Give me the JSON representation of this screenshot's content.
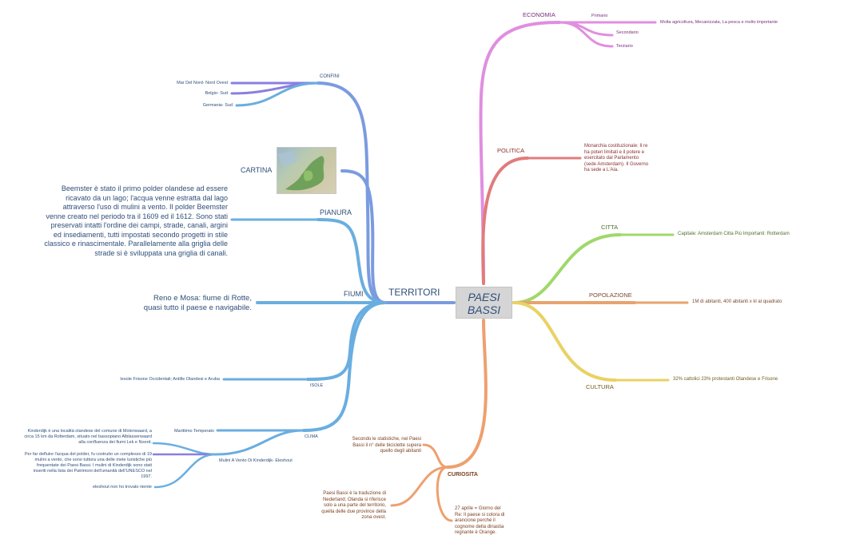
{
  "root": {
    "line1": "PAESI",
    "line2": "BASSI"
  },
  "colors": {
    "territori": "#7b9be0",
    "territori_light": "#6aaee0",
    "confini": "#8a7ee0",
    "economia": "#e08ee0",
    "politica": "#e07c7c",
    "citta": "#a0d86a",
    "popolazione": "#e7a36e",
    "cultura": "#e8d263",
    "curiosita": "#eea06e"
  },
  "territori": {
    "label": "TERRITORI",
    "confini": {
      "label": "CONFINI",
      "items": [
        "Mar Del Nord- Nord Ovest",
        "Belgio- Sud",
        "Germania- Sud"
      ]
    },
    "cartina": {
      "label": "CARTINA",
      "image_icon": "netherlands-map-image"
    },
    "pianura": {
      "label": "PIANURA",
      "text_lines": [
        "Beemster è stato il primo polder olandese ad essere",
        "ricavato da un lago; l'acqua venne estratta dal lago",
        "attraverso l'uso di mulini a vento. Il polder Beemster",
        "venne creato nel periodo tra il 1609 ed il 1612. Sono stati",
        "preservati intatti l'ordine dei campi, strade, canali, argini",
        "ed insediamenti, tutti impostati secondo progetti in stile",
        "classico e rinascimentale. Parallelamente alla griglia delle",
        "strade si è sviluppata una griglia di canali."
      ]
    },
    "fiumi": {
      "label": "FIUMI",
      "text_lines": [
        "Reno e Mosa: fiume di Rotte,",
        "quasi tutto il paese e navigabile."
      ]
    },
    "isole": {
      "label": "ISOLE",
      "text": "Iesole Frisone Occidentali; Antille Olandesi e Aruba"
    },
    "clima": {
      "label": "CLIMA",
      "item": "Marittimo Temperato",
      "mulini": {
        "label": "Mulini A Vento Di Kinderdijk- Eleshout",
        "notes": [
          [
            "Kinderdijk è una località olandese del comune di Molenwaard, a",
            "circa 15 km da Rotterdam, situato nel bassopiano Alblasserwaard",
            "alla confluenza dei fiumi Lek e Noord."
          ],
          [
            "Per far defluire l'acqua del polder, fu costruito un complesso di 19",
            "mulini a vento, che sono tuttora una delle mete turistiche più",
            "frequentate dei Paesi Bassi. I mulini di Kinderdijk sono stati",
            "inseriti nella lista dei Patrimoni dell'umanità dell'UNESCO nel",
            "1997."
          ],
          [
            "eleshout non ho trovato niente"
          ]
        ]
      }
    }
  },
  "economia": {
    "label": "ECONOMIA",
    "primario": "Primario",
    "primario_note": "Molta agricoltura, Mecanizzata, La pesca e molto importante",
    "secondario": "Secondario",
    "terziario": "Terziario"
  },
  "politica": {
    "label": "POLITICA",
    "text_lines": [
      "Monarchia costituzionale: Il re",
      "ha poteri limitati e il potere e",
      "esercitato dal Parlamento",
      "(sede Amsterdam). Il Governo",
      "ha sede a L'Aia."
    ]
  },
  "citta": {
    "label": "CITTA",
    "text": "Capitale: Amsterdam Citta Più Importanti: Rotterdam"
  },
  "popolazione": {
    "label": "POPOLAZIONE",
    "text": "1M di abitanti, 400 abitanti x kl al quadrato"
  },
  "cultura": {
    "label": "CULTURA",
    "text": "32% cattolici 23% protestanti Olandese e Frisone"
  },
  "curiosita": {
    "label": "CURIOSITA",
    "note1": [
      "Secondo le statistiche, nei Paesi",
      "Bassi il n° delle biciclette supera",
      "quello degli abitanti"
    ],
    "note2": [
      "Paesi Bassi è la traduzione di",
      "Nederland; Olanda si riferisce",
      "solo a una parte del territorio,",
      "quella delle due province della",
      "zona ovest."
    ],
    "note3": [
      "27 aprile = Giorno del",
      "Re: Il paese si colora di",
      "arancione perché il",
      "cognome della dinastia",
      "regnante è Orange."
    ]
  }
}
